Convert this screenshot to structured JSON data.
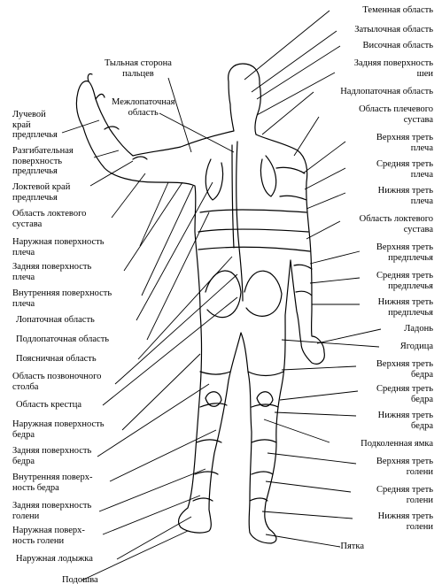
{
  "labels": {
    "left": {
      "dorsal_fingers": "Тыльная сторона\nпальцев",
      "interscapular": "Межлопаточная\nобласть",
      "radial_edge": "Лучевой\nкрай\nпредплечья",
      "extensor_forearm": "Разгибательная\nповерхность\nпредплечья",
      "ulnar_edge": "Локтевой край\nпредплечья",
      "elbow_region": "Область локтевого\nсустава",
      "outer_shoulder": "Наружная поверхность\nплеча",
      "back_shoulder": "Задняя поверхность\nплеча",
      "inner_shoulder": "Внутренняя поверхность\nплеча",
      "scapular": "Лопаточная область",
      "subscapular": "Подлопаточная область",
      "lumbar": "Поясничная область",
      "spinal_column": "Область позвоночного\nстолба",
      "sacral": "Область крестца",
      "outer_thigh": "Наружная поверхность\nбедра",
      "back_thigh": "Задняя поверхность\nбедра",
      "inner_thigh": "Внутренняя поверх-\nность бедра",
      "back_shin": "Задняя поверхность\nголени",
      "outer_shin": "Наружная поверх-\nность голени",
      "outer_ankle": "Наружная лодыжка",
      "sole": "Подошва"
    },
    "right": {
      "parietal": "Теменная область",
      "occipital": "Затылочная область",
      "temporal": "Височная область",
      "back_neck": "Задняя поверхность\nшеи",
      "suprascapular": "Надлопаточная область",
      "shoulder_joint": "Область плечевого\nсустава",
      "upper_third_shoulder": "Верхняя треть\nплеча",
      "middle_third_shoulder": "Средняя треть\nплеча",
      "lower_third_shoulder": "Нижняя треть\nплеча",
      "elbow_joint": "Область локтевого\nсустава",
      "upper_third_forearm": "Верхняя треть\nпредплечья",
      "middle_third_forearm": "Средняя треть\nпредплечья",
      "lower_third_forearm": "Нижняя треть\nпредплечья",
      "palm": "Ладонь",
      "buttock": "Ягодица",
      "upper_third_thigh": "Верхняя треть\nбедра",
      "middle_third_thigh": "Средняя треть\nбедра",
      "lower_third_thigh": "Нижняя треть\nбедра",
      "popliteal": "Подколенная ямка",
      "upper_third_shin": "Верхняя треть\nголени",
      "middle_third_shin": "Средняя треть\nголени",
      "lower_third_shin": "Нижняя треть\nголени",
      "heel": "Пятка"
    }
  }
}
